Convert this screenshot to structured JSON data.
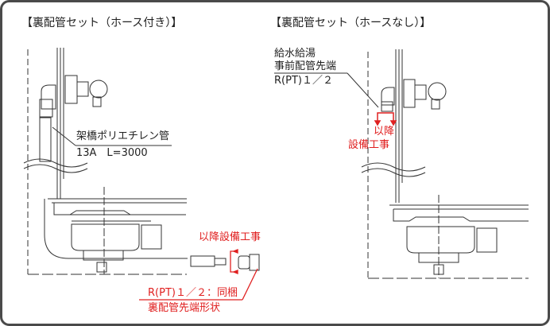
{
  "left_panel": {
    "title": "【裏配管セット（ホース付き）】",
    "hose_label": "架橋ポリエチレン管",
    "hose_spec": "13A　L=3000",
    "work_label": "以降設備工事",
    "thread_label": "R(PT)１／２：同梱",
    "shape_label": "裏配管先端形状"
  },
  "right_panel": {
    "title": "【裏配管セット（ホースなし）】",
    "pipe_label_1": "給水給湯",
    "pipe_label_2": "事前配管先端",
    "pipe_label_3": "R(PT)１／２",
    "work_label_1": "以降",
    "work_label_2": "設備工事"
  },
  "colors": {
    "accent": "#e02020",
    "line": "#333333",
    "border": "#4a4a4a"
  }
}
